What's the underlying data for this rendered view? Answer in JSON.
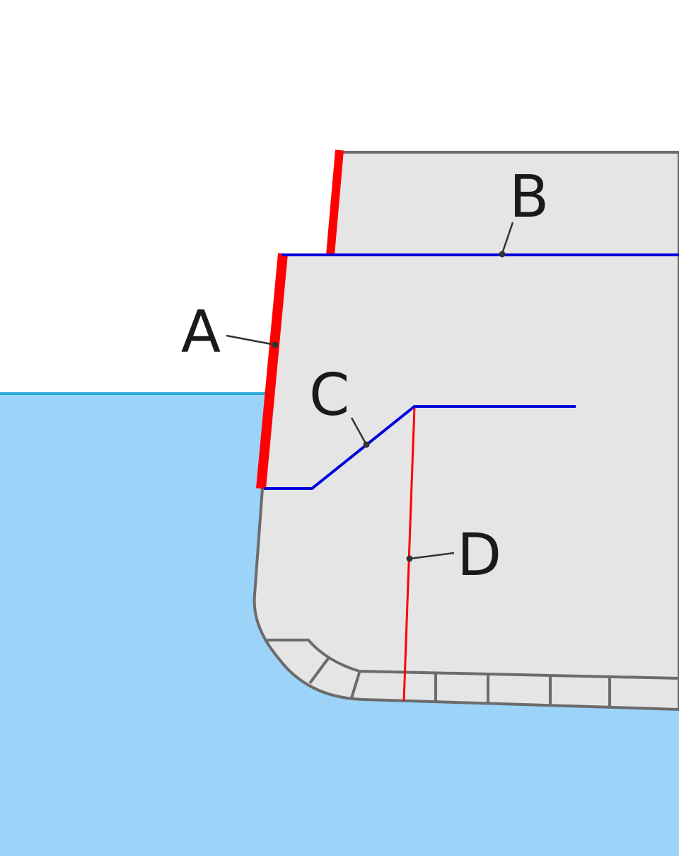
{
  "labels": {
    "a": "A",
    "b": "B",
    "c": "C",
    "d": "D"
  },
  "colors": {
    "water": "#9cd3f8",
    "waterline": "#2aabd8",
    "hull_fill": "#e5e5e5",
    "hull_outline": "#6b6b6b",
    "red_member": "#ff0000",
    "blue_deck": "#0000dd",
    "leader": "#333333",
    "label": "#1a1a1a"
  }
}
